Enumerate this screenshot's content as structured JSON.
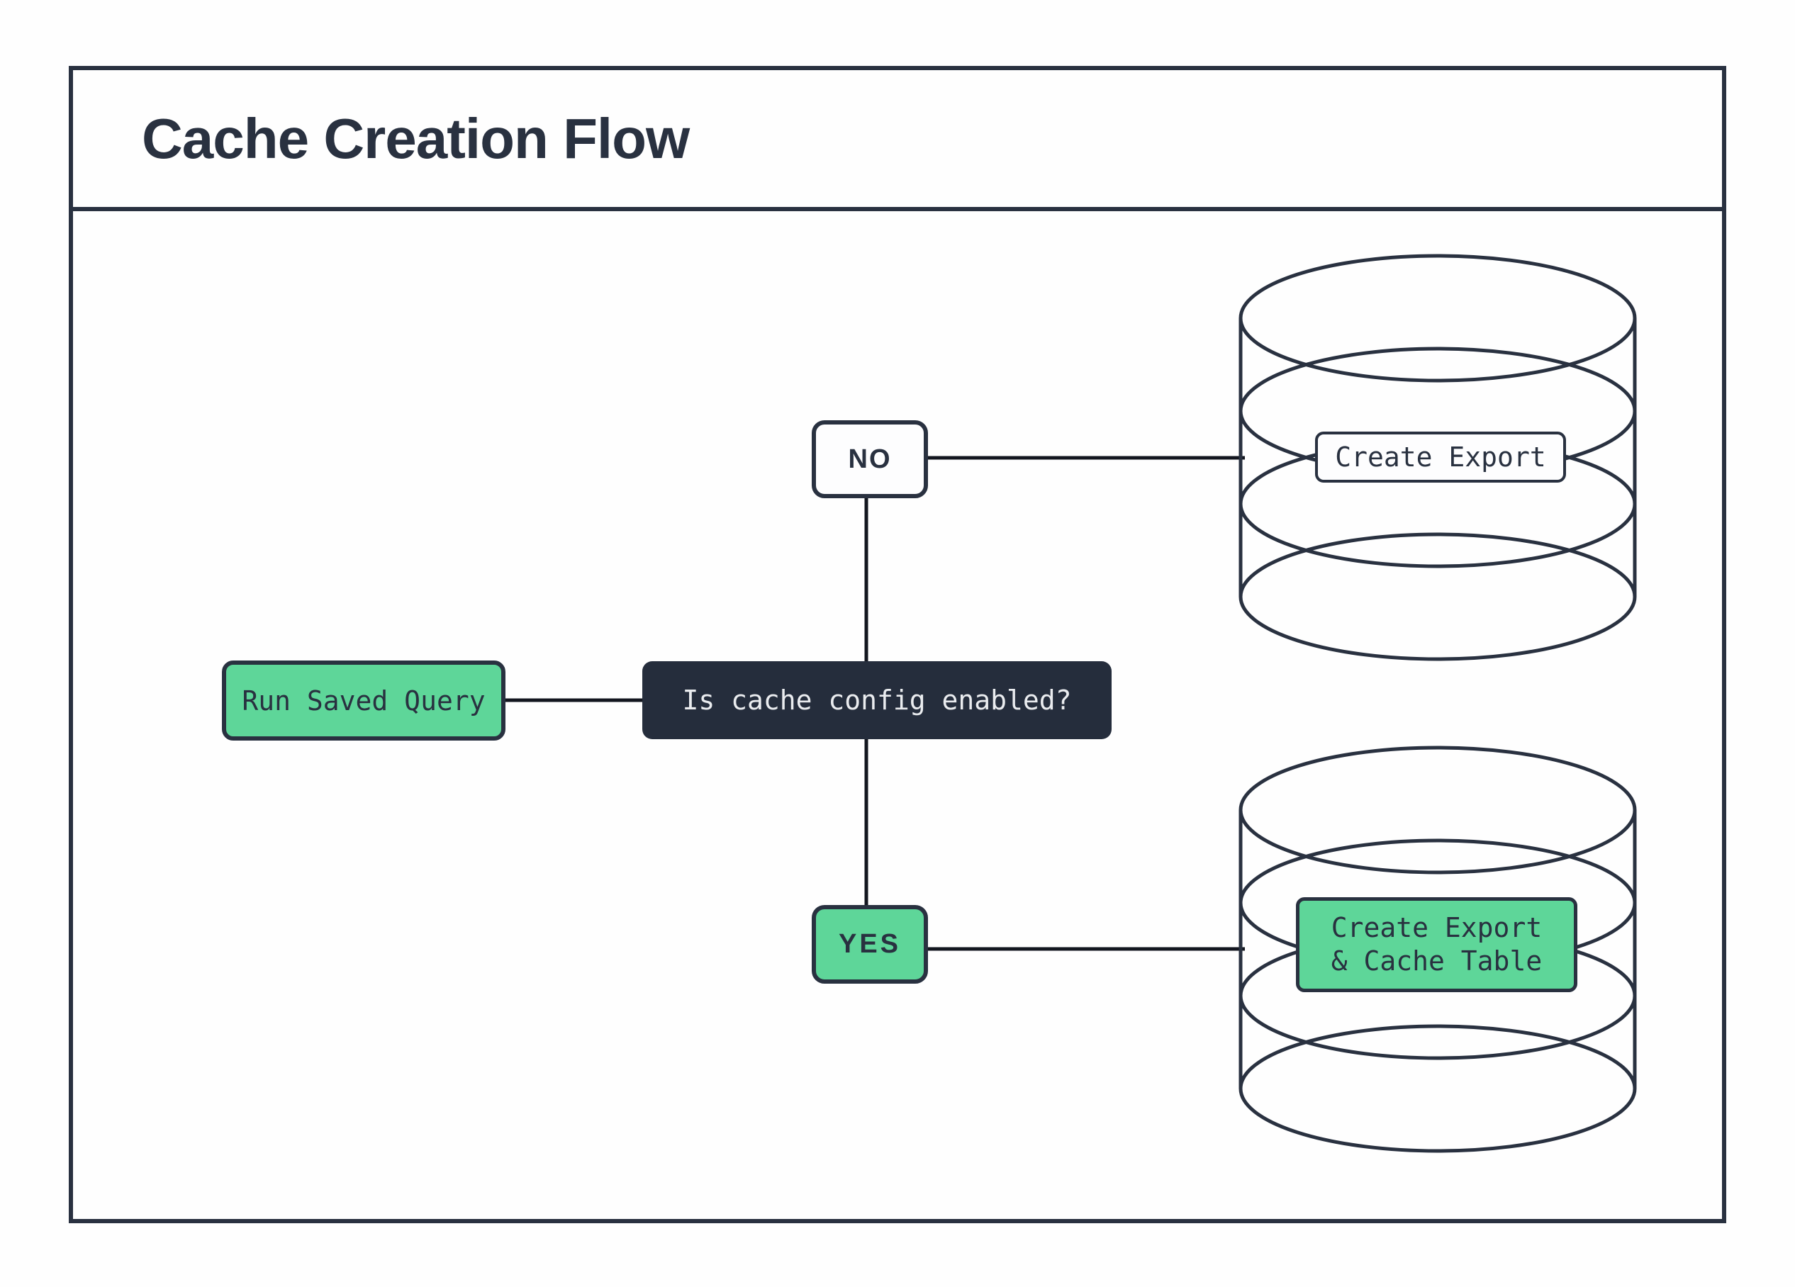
{
  "title": "Cache Creation Flow",
  "palette": {
    "ink": "#293140",
    "line": "#13161f",
    "green": "#5ed699",
    "dark": "#252d3c",
    "light": "#eaecef",
    "paper": "#fefefe"
  },
  "nodes": {
    "start": {
      "label": "Run Saved Query"
    },
    "decision": {
      "label": "Is cache config enabled?"
    },
    "branch_no": {
      "label": "NO"
    },
    "branch_yes": {
      "label": "YES"
    },
    "db_export": {
      "label": "Create Export"
    },
    "db_export_cache": {
      "label_line1": "Create Export",
      "label_line2": "& Cache Table"
    }
  }
}
